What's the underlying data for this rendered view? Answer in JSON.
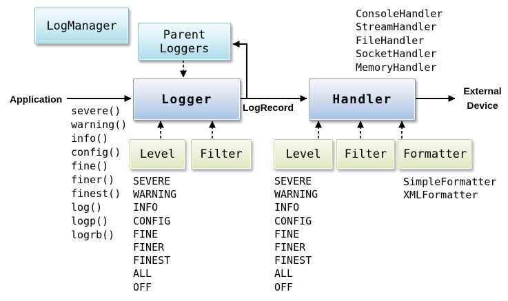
{
  "boxes": {
    "log_manager": {
      "label": "LogManager"
    },
    "parent_loggers": {
      "line1": "Parent",
      "line2": "Loggers"
    },
    "logger": {
      "label": "Logger"
    },
    "handler": {
      "label": "Handler"
    },
    "logger_level": {
      "label": "Level"
    },
    "logger_filter": {
      "label": "Filter"
    },
    "handler_level": {
      "label": "Level"
    },
    "handler_filter": {
      "label": "Filter"
    },
    "handler_formatter": {
      "label": "Formatter"
    }
  },
  "labels": {
    "application": "Application",
    "log_record": "LogRecord",
    "external_line1": "External",
    "external_line2": "Device"
  },
  "lists": {
    "logger_methods": [
      "severe()",
      "warning()",
      "info()",
      "config()",
      "fine()",
      "finer()",
      "finest()",
      "log()",
      "logp()",
      "logrb()"
    ],
    "handler_types": [
      "ConsoleHandler",
      "StreamHandler",
      "FileHandler",
      "SocketHandler",
      "MemoryHandler"
    ],
    "logger_levels": [
      "SEVERE",
      "WARNING",
      "INFO",
      "CONFIG",
      "FINE",
      "FINER",
      "FINEST",
      "ALL",
      "OFF"
    ],
    "handler_levels": [
      "SEVERE",
      "WARNING",
      "INFO",
      "CONFIG",
      "FINE",
      "FINER",
      "FINEST",
      "ALL",
      "OFF"
    ],
    "formatter_types": [
      "SimpleFormatter",
      "XMLFormatter"
    ]
  },
  "colors": {
    "cyan_box_top": "#f4fbfd",
    "cyan_box_bottom": "#aadcea",
    "cyan_border": "#7fb9cf",
    "blue_box_top": "#f5f8fc",
    "blue_box_bottom": "#a7c2e3",
    "blue_border": "#8294b6",
    "green_box_top": "#f7faf0",
    "green_box_bottom": "#dce8c2",
    "green_border": "#bdd095",
    "connector": "#000000",
    "background": "#ffffff",
    "text": "#000000"
  }
}
